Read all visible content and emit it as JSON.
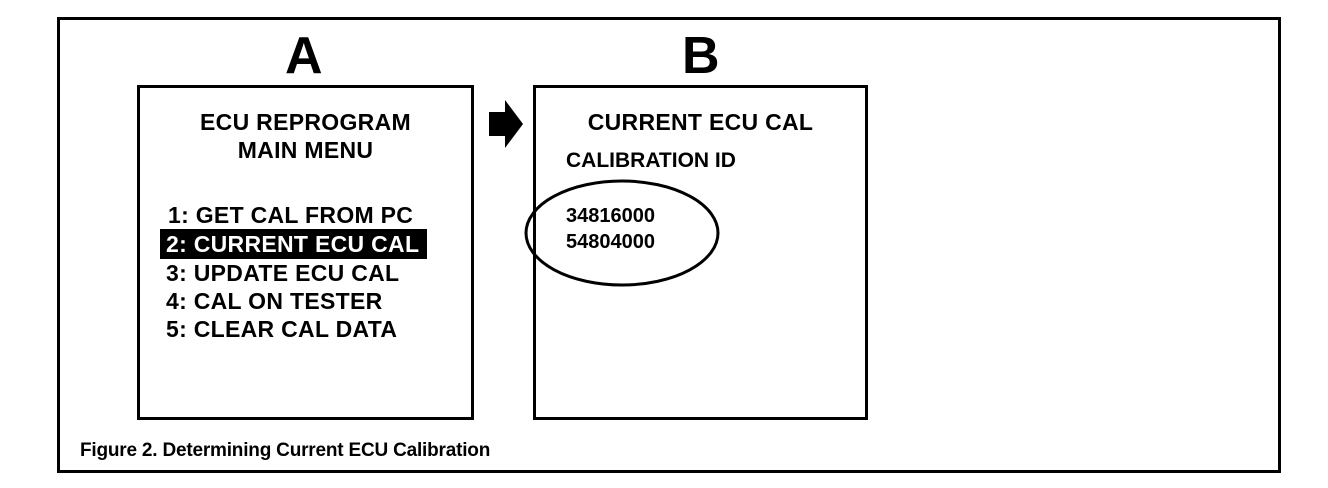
{
  "panel_a": {
    "letter": "A",
    "title_line1": "ECU REPROGRAM",
    "title_line2": "MAIN MENU",
    "menu_items": [
      {
        "label": "1: GET CAL FROM PC",
        "selected": false
      },
      {
        "label": "2: CURRENT ECU CAL",
        "selected": true
      },
      {
        "label": "3: UPDATE ECU CAL",
        "selected": false
      },
      {
        "label": "4: CAL ON TESTER",
        "selected": false
      },
      {
        "label": "5: CLEAR CAL DATA",
        "selected": false
      }
    ]
  },
  "panel_b": {
    "letter": "B",
    "title": "CURRENT ECU CAL",
    "subtitle": "CALIBRATION ID",
    "calibration_ids": [
      "34816000",
      "54804000"
    ]
  },
  "caption": "Figure 2. Determining Current ECU Calibration",
  "icons": {
    "arrow": "right-arrow-icon",
    "highlight": "ellipse-highlight"
  },
  "colors": {
    "ink": "#000000",
    "paper": "#ffffff"
  }
}
